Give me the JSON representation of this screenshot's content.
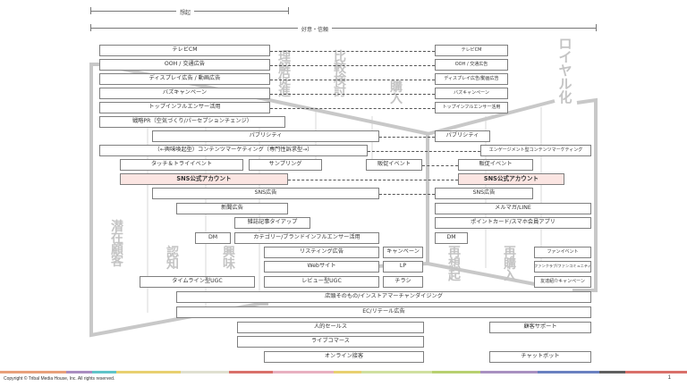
{
  "ranges": {
    "recall": "想起",
    "favorability": "好意・信頼"
  },
  "stages": {
    "latent": "潜在顧客",
    "awareness": "認知",
    "interest": "興味",
    "understanding": "理解促進",
    "comparison": "比較検討",
    "purchase": "購入",
    "rerecall": "再想起",
    "repurchase": "再購入",
    "loyalty": "ロイヤル化"
  },
  "left_boxes": {
    "tvcm": "テレビCM",
    "ooh": "OOH / 交通広告",
    "display": "ディスプレイ広告 / 動画広告",
    "buzz": "バズキャンペーン",
    "top_influencer": "トップインフルエンサー活用",
    "strategic_pr": "戦略PR（空気づくり/パーセプションチェンジ）",
    "publicity": "パブリシティ",
    "content_marketing": "（←興味喚起型）コンテンツマーケティング（専門性訴求型→）",
    "touch_try": "タッチ＆トライイベント",
    "sampling": "サンプリング",
    "promo_event": "販促イベント",
    "sns_account": "SNS公式アカウント",
    "sns_ads": "SNS広告",
    "newspaper": "新聞広告",
    "magazine": "雑誌記事タイアップ",
    "dm": "DM",
    "category_influencer": "カテゴリー/ブランドインフルエンサー活用",
    "listing": "リスティング広告",
    "campaign": "キャンペーン",
    "website": "Webサイト",
    "lp": "LP",
    "timeline_ugc": "タイムライン型UGC",
    "review_ugc": "レビュー型UGC",
    "flyer": "チラシ"
  },
  "right_boxes": {
    "tvcm": "テレビCM",
    "ooh": "OOH / 交通広告",
    "display": "ディスプレイ広告/動画広告",
    "buzz": "バズキャンペーン",
    "top_influencer": "トップインフルエンサー活用",
    "publicity": "パブリシティ",
    "engagement_content": "エンゲージメント型コンテンツマーケティング",
    "promo_event": "販促イベント",
    "sns_account": "SNS公式アカウント",
    "sns_ads": "SNS広告",
    "mailmag_line": "メルマガ/LINE",
    "point_card": "ポイントカード/スマホ会員アプリ",
    "dm": "DM",
    "fan_event": "ファンイベント",
    "fan_club": "ファンクラブ/ファンコミュニティ",
    "referral": "友達紹介キャンペーン"
  },
  "bottom_boxes": {
    "in_store": "店頭そのもの/インストアマーチャンダイジング",
    "ec_retail": "EC/リテール広告",
    "personal_sales": "人的セールス",
    "customer_support": "顧客サポート",
    "live_commerce": "ライブコマース",
    "online_service": "オンライン接客",
    "chatbot": "チャットボット"
  },
  "footer": {
    "copyright": "Copyright © Tribal Media House, Inc. All rights reserved.",
    "page_number": "1"
  },
  "colors": {
    "highlight": "#fbe5e2",
    "stage_text": "#c4c4c4",
    "funnel_stroke": "#c8c8c8",
    "stripe": [
      "#e8a07a",
      "#a98cc0",
      "#5fc4c8",
      "#e8d070",
      "#e0e0d0",
      "#d9706a",
      "#e8b0c0",
      "#e8d070",
      "#d0e0a0",
      "#b8d070",
      "#a890c0",
      "#6a80c0",
      "#606060",
      "#d9706a"
    ]
  }
}
